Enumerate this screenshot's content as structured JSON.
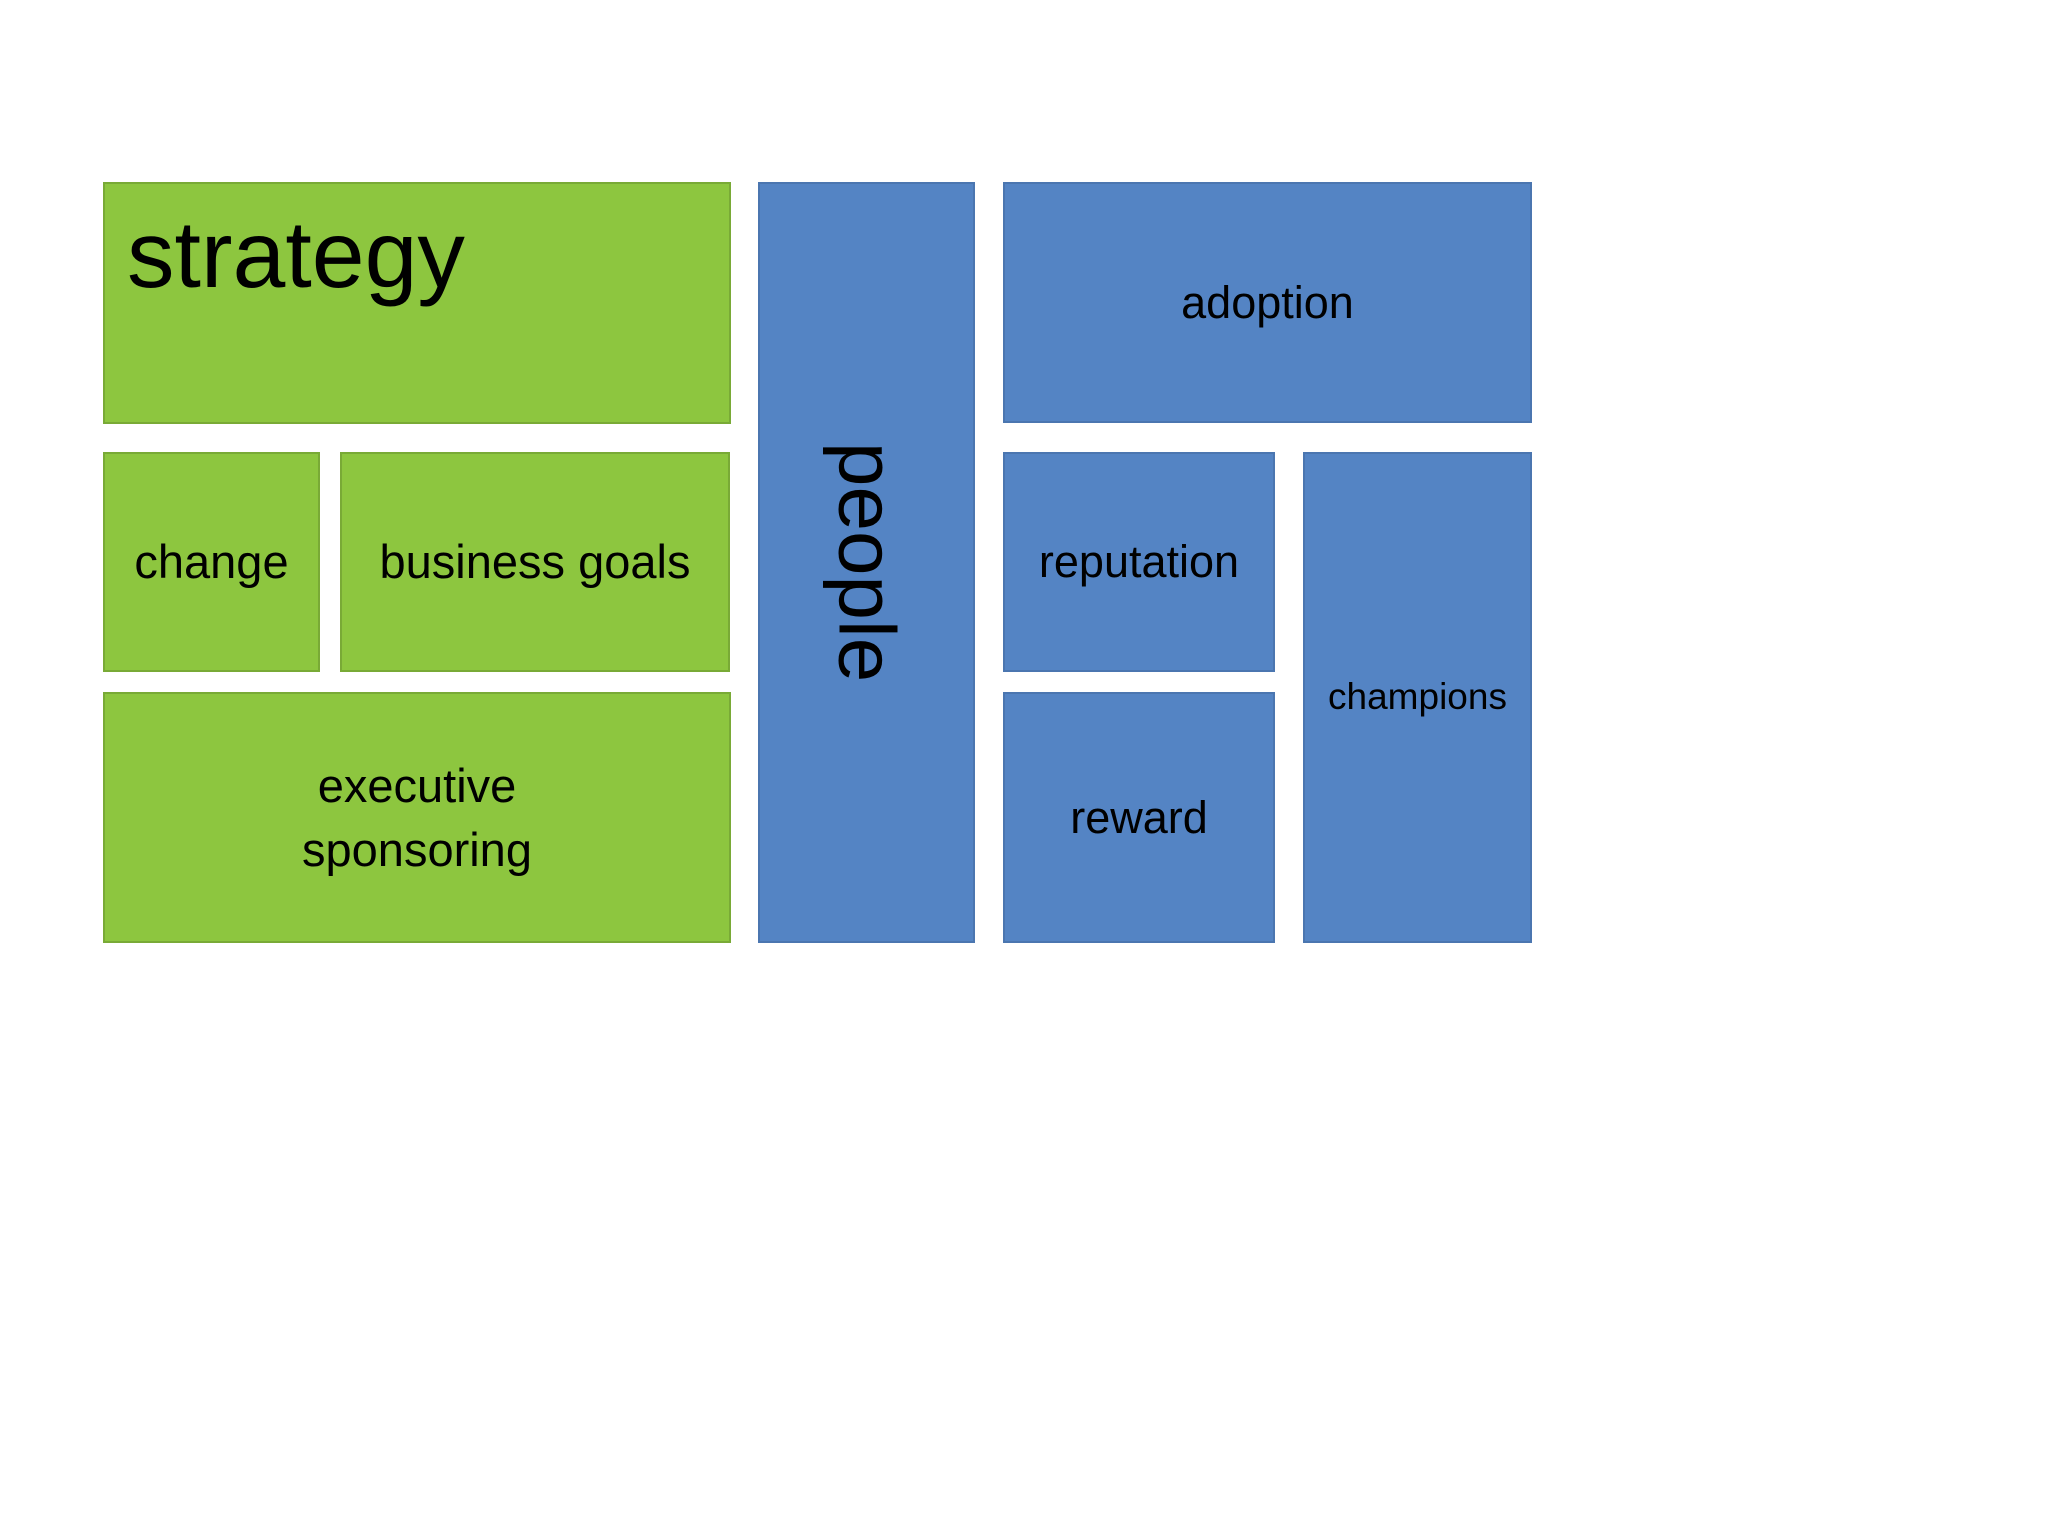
{
  "colors": {
    "green": "#8dc63f",
    "blue": "#5484c4",
    "text": "#000000",
    "background": "#ffffff"
  },
  "diagram": {
    "strategy": {
      "label": "strategy"
    },
    "change": {
      "label": "change"
    },
    "business_goals": {
      "label": "business goals"
    },
    "executive_sponsoring": {
      "label": "executive sponsoring"
    },
    "people": {
      "label": "people"
    },
    "adoption": {
      "label": "adoption"
    },
    "reputation": {
      "label": "reputation"
    },
    "champions": {
      "label": "champions"
    },
    "reward": {
      "label": "reward"
    }
  }
}
